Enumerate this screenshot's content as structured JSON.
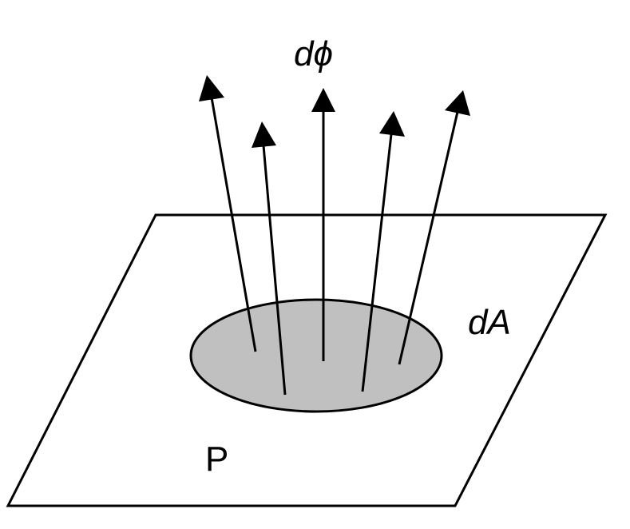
{
  "diagram": {
    "labels": {
      "flux": "dϕ",
      "area": "dA",
      "plane": "P"
    },
    "arrow_count": 5,
    "colors": {
      "stroke": "#000000",
      "area_fill": "#c0c0c0",
      "background": "#ffffff"
    }
  }
}
